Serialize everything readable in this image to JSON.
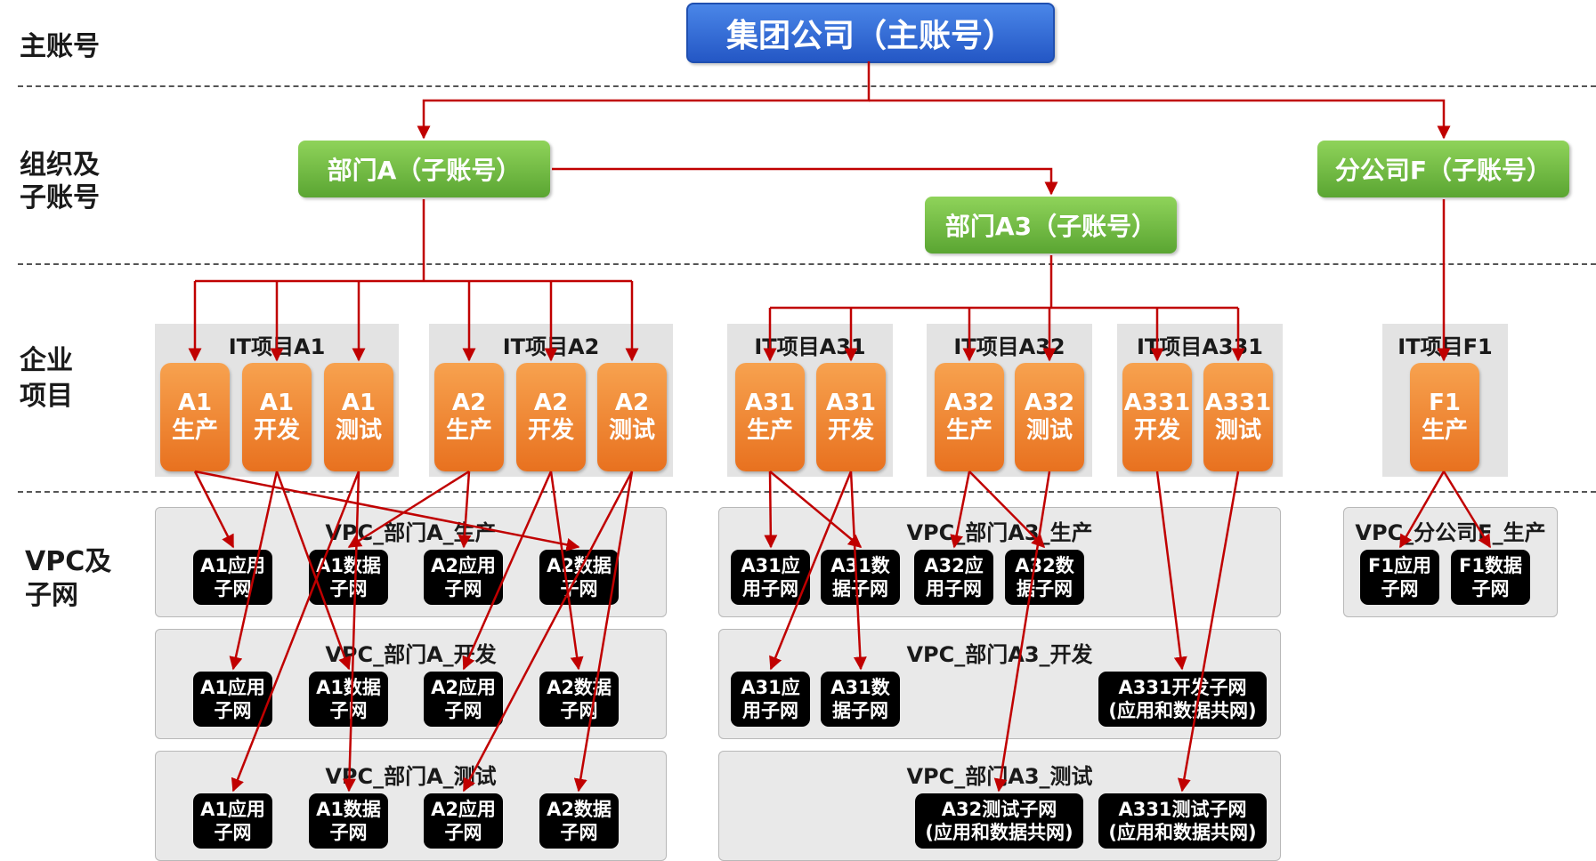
{
  "levels": {
    "main": "主账号",
    "org_line1": "组织及",
    "org_line2": "子账号",
    "proj_line1": "企业",
    "proj_line2": "项目",
    "vpc_line1": "VPC及",
    "vpc_line2": "子网"
  },
  "accounts": {
    "group": "集团公司（主账号）",
    "dept_a": "部门A（子账号）",
    "branch_f": "分公司F（子账号）",
    "dept_a3": "部门A3（子账号）"
  },
  "projects": {
    "a1": {
      "title": "IT项目A1",
      "items": [
        [
          "A1",
          "生产"
        ],
        [
          "A1",
          "开发"
        ],
        [
          "A1",
          "测试"
        ]
      ]
    },
    "a2": {
      "title": "IT项目A2",
      "items": [
        [
          "A2",
          "生产"
        ],
        [
          "A2",
          "开发"
        ],
        [
          "A2",
          "测试"
        ]
      ]
    },
    "a31": {
      "title": "IT项目A31",
      "items": [
        [
          "A31",
          "生产"
        ],
        [
          "A31",
          "开发"
        ]
      ]
    },
    "a32": {
      "title": "IT项目A32",
      "items": [
        [
          "A32",
          "生产"
        ],
        [
          "A32",
          "测试"
        ]
      ]
    },
    "a331": {
      "title": "IT项目A331",
      "items": [
        [
          "A331",
          "开发"
        ],
        [
          "A331",
          "测试"
        ]
      ]
    },
    "f1": {
      "title": "IT项目F1",
      "items": [
        [
          "F1",
          "生产"
        ]
      ]
    }
  },
  "vpcs": {
    "a_prod": {
      "title": "VPC_部门A_生产",
      "subnets": [
        [
          "A1应用",
          "子网"
        ],
        [
          "A1数据",
          "子网"
        ],
        [
          "A2应用",
          "子网"
        ],
        [
          "A2数据",
          "子网"
        ]
      ]
    },
    "a_dev": {
      "title": "VPC_部门A_开发",
      "subnets": [
        [
          "A1应用",
          "子网"
        ],
        [
          "A1数据",
          "子网"
        ],
        [
          "A2应用",
          "子网"
        ],
        [
          "A2数据",
          "子网"
        ]
      ]
    },
    "a_test": {
      "title": "VPC_部门A_测试",
      "subnets": [
        [
          "A1应用",
          "子网"
        ],
        [
          "A1数据",
          "子网"
        ],
        [
          "A2应用",
          "子网"
        ],
        [
          "A2数据",
          "子网"
        ]
      ]
    },
    "a3_prod": {
      "title": "VPC_部门A3_生产",
      "subnets": [
        [
          "A31应",
          "用子网"
        ],
        [
          "A31数",
          "据子网"
        ],
        [
          "A32应",
          "用子网"
        ],
        [
          "A32数",
          "据子网"
        ]
      ]
    },
    "a3_dev": {
      "title": "VPC_部门A3_开发",
      "subnets": [
        [
          "A31应",
          "用子网"
        ],
        [
          "A31数",
          "据子网"
        ],
        [
          "A331开发子网",
          "(应用和数据共网)"
        ]
      ]
    },
    "a3_test": {
      "title": "VPC_部门A3_测试",
      "subnets": [
        [
          "A32测试子网",
          "(应用和数据共网)"
        ],
        [
          "A331测试子网",
          "(应用和数据共网)"
        ]
      ]
    },
    "f_prod": {
      "title": "VPC_分公司F_生产",
      "subnets": [
        [
          "F1应用",
          "子网"
        ],
        [
          "F1数据",
          "子网"
        ]
      ]
    }
  },
  "colors": {
    "connector": "#c00000",
    "blue": "#2f66d0",
    "green": "#6cbb3c",
    "orange": "#f0842a"
  }
}
